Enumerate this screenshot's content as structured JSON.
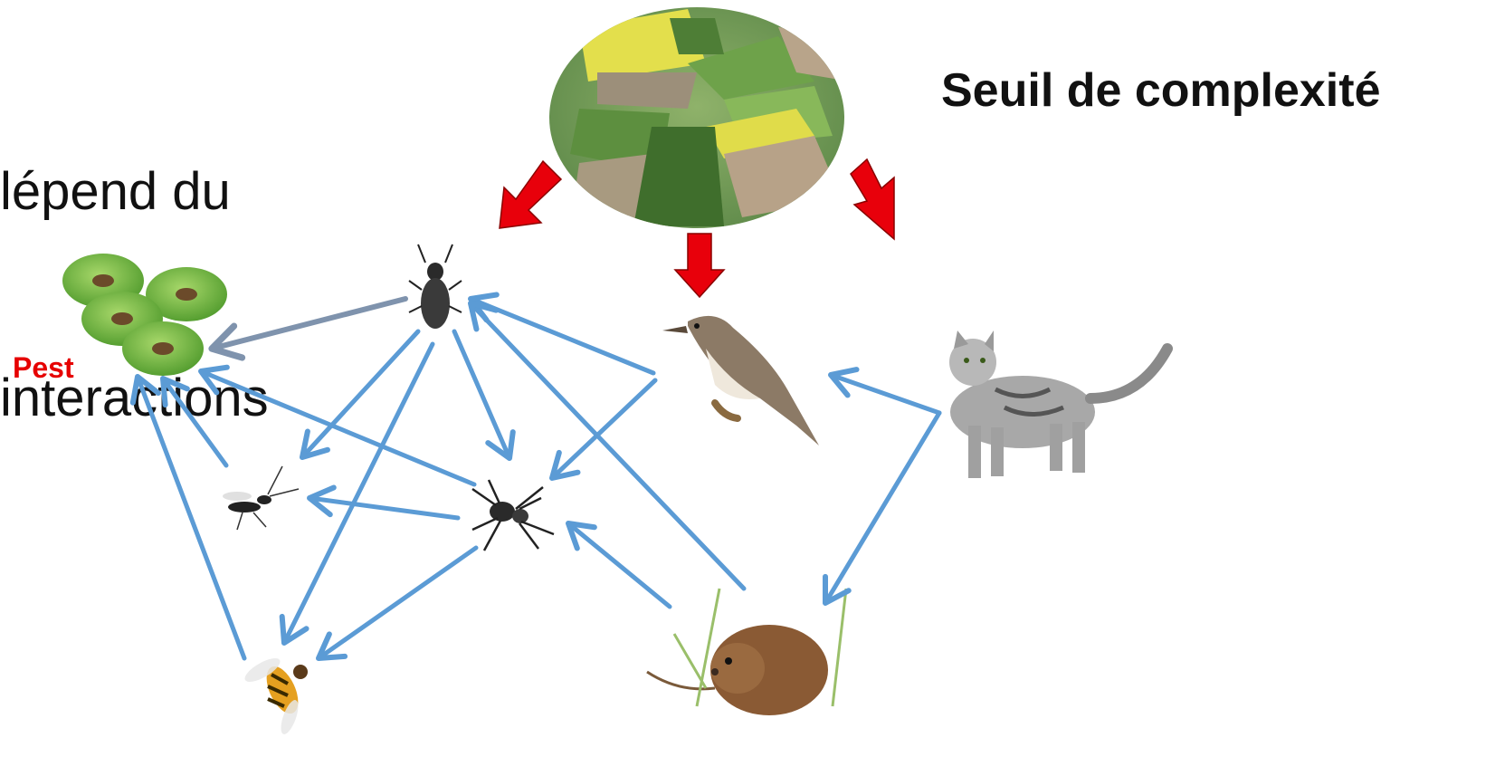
{
  "texts": {
    "intro_line1": "lépend du",
    "intro_line2": "interactions",
    "title": "Seuil de complexité",
    "pest_label": "Pest"
  },
  "colors": {
    "arrow_blue": "#5b9bd5",
    "arrow_grey": "#7f93ad",
    "arrow_red": "#e8000b",
    "pest_red": "#e60000"
  },
  "nodes": [
    "landscape",
    "aphids",
    "ground-beetle",
    "bird",
    "cat",
    "parasitoid-wasp",
    "spider",
    "hoverfly",
    "vole"
  ],
  "edges": [
    {
      "from": "ground-beetle",
      "to": "aphids",
      "kind": "grey"
    },
    {
      "from": "ground-beetle",
      "to": "parasitoid-wasp",
      "kind": "blue"
    },
    {
      "from": "ground-beetle",
      "to": "hoverfly",
      "kind": "blue"
    },
    {
      "from": "ground-beetle",
      "to": "spider",
      "kind": "blue"
    },
    {
      "from": "bird",
      "to": "ground-beetle",
      "kind": "blue"
    },
    {
      "from": "bird",
      "to": "spider",
      "kind": "blue"
    },
    {
      "from": "cat",
      "to": "bird",
      "kind": "blue"
    },
    {
      "from": "cat",
      "to": "vole",
      "kind": "blue"
    },
    {
      "from": "spider",
      "to": "aphids",
      "kind": "blue"
    },
    {
      "from": "spider",
      "to": "parasitoid-wasp",
      "kind": "blue"
    },
    {
      "from": "spider",
      "to": "hoverfly",
      "kind": "blue"
    },
    {
      "from": "parasitoid-wasp",
      "to": "aphids",
      "kind": "blue"
    },
    {
      "from": "hoverfly",
      "to": "aphids",
      "kind": "blue"
    },
    {
      "from": "vole",
      "to": "ground-beetle",
      "kind": "blue"
    },
    {
      "from": "vole",
      "to": "spider",
      "kind": "blue"
    },
    {
      "from": "landscape",
      "to": "ground-beetle",
      "kind": "red"
    },
    {
      "from": "landscape",
      "to": "bird",
      "kind": "red"
    },
    {
      "from": "landscape",
      "to": "cat",
      "kind": "red"
    }
  ]
}
